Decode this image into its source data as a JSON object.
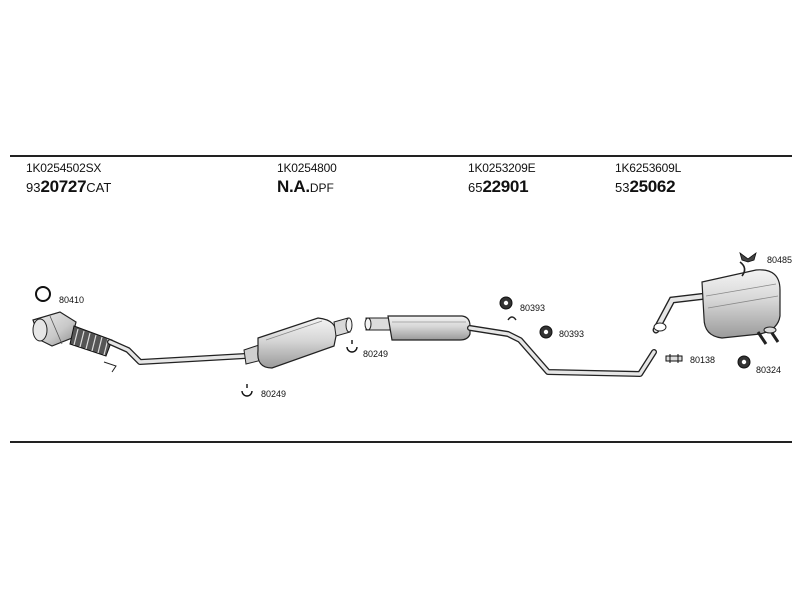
{
  "parts": [
    {
      "part_number": "1K0254502SX",
      "prefix": "93",
      "number": "20727",
      "suffix": "CAT"
    },
    {
      "part_number": "1K0254800",
      "prefix": "",
      "number": "N.A.",
      "suffix": "DPF"
    },
    {
      "part_number": "1K0253209E",
      "prefix": "65",
      "number": "22901",
      "suffix": ""
    },
    {
      "part_number": "1K6253609L",
      "prefix": "53",
      "number": "25062",
      "suffix": ""
    }
  ],
  "callouts": {
    "ring_80410": "80410",
    "clamp_80249_a": "80249",
    "clamp_80249_b": "80249",
    "hanger_80393_a": "80393",
    "hanger_80393_b": "80393",
    "clamp_80138": "80138",
    "hanger_80324": "80324",
    "bracket_80485": "80485"
  }
}
